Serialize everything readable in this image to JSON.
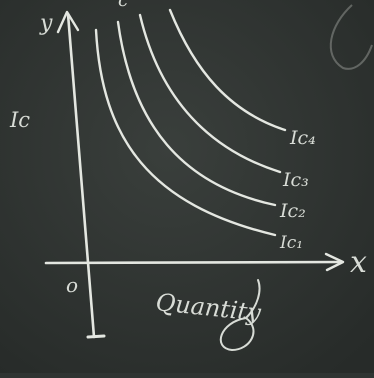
{
  "diagram": {
    "y_axis_label": "y",
    "x_axis_label": "x",
    "origin_label": "o",
    "x_axis_title": "Quantity",
    "side_label": "Ic",
    "top_mark": "c",
    "curves": [
      {
        "label": "Ic₁"
      },
      {
        "label": "Ic₂"
      },
      {
        "label": "Ic₃"
      },
      {
        "label": "Ic₄"
      }
    ]
  }
}
